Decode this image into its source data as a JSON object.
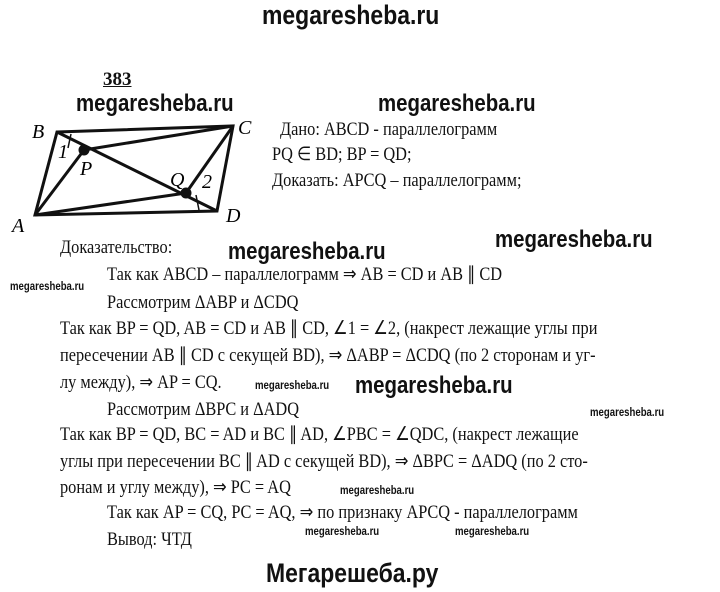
{
  "header": {
    "site": "megaresheba.ru"
  },
  "footer": {
    "site": "Мегарешеба.ру"
  },
  "watermark": "megaresheba.ru",
  "problem_number": "383",
  "figure": {
    "labels": {
      "A": "A",
      "B": "B",
      "C": "C",
      "D": "D",
      "P": "P",
      "Q": "Q",
      "angle1": "1",
      "angle2": "2"
    }
  },
  "given": [
    "Дано: ABCD - параллелограмм",
    "PQ ∈ BD; BP = QD;",
    "Доказать: APCQ – параллелограмм;"
  ],
  "proof": [
    "Доказательство:",
    "Так как ABCD – параллелограмм ⇒ AB = CD и AB  ∥ CD",
    "Рассмотрим ΔABP и ΔCDQ",
    "Так как BP =  QD, AB = CD и AB  ∥ CD, ∠1 = ∠2, (накрест лежащие углы при",
    "пересечении AB  ∥ CD с секущей BD), ⇒ ΔABP = ΔCDQ (по 2 сторонам и уг-",
    "лу между), ⇒ AP = CQ.",
    "Рассмотрим ΔBPC и ΔADQ",
    "Так как BP =  QD, BC = AD и BC  ∥ AD, ∠PBC = ∠QDC, (накрест лежащие",
    "углы при пересечении BC  ∥ AD с секущей BD), ⇒ ΔBPC = ΔADQ (по 2 сто-",
    "ронам и углу между), ⇒ PC = AQ",
    "Так как AP = CQ, PC = AQ, ⇒ по признаку APCQ - параллелограмм",
    "Вывод: ЧТД"
  ]
}
